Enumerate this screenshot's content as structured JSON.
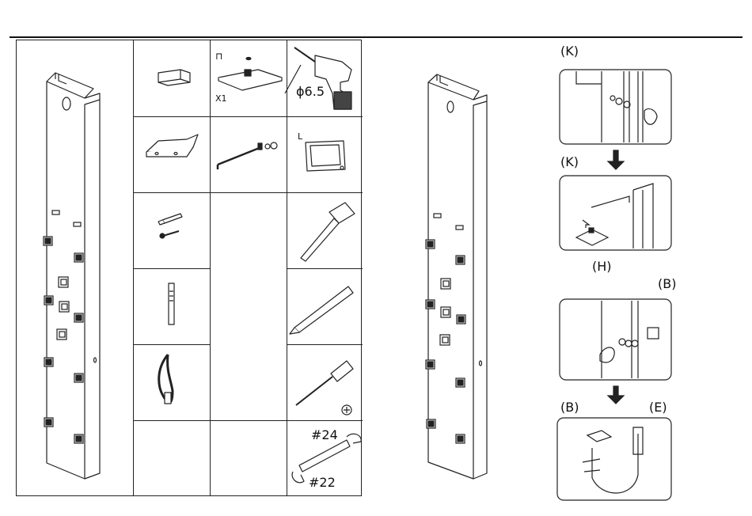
{
  "parts": {
    "drill_size": "ϕ6.5",
    "wrench_top": "#24",
    "wrench_bottom": "#22",
    "cell_tag_1": "X1",
    "cell_tag_2": "L",
    "cell_tag_3": "⊓"
  },
  "steps": {
    "k1": "(K)",
    "k2": "(K)",
    "h": "(H)",
    "b1": "(B)",
    "b2": "(B)",
    "e": "(E)"
  }
}
